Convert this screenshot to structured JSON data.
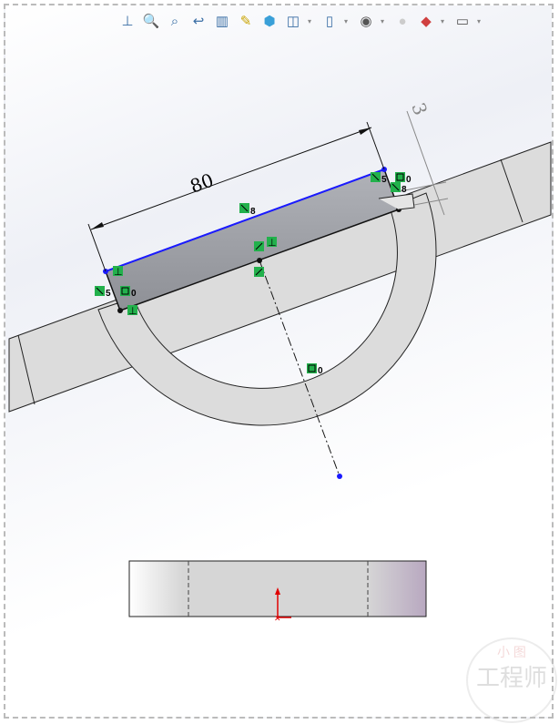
{
  "toolbar": {
    "icons": [
      "normal-to-icon",
      "zoom-to-fit-icon",
      "zoom-to-area-icon",
      "previous-view-icon",
      "section-view-icon",
      "dynamic-annotation-icon",
      "view-orientation-icon",
      "display-style-icon",
      "hide-show-items-icon",
      "edit-appearance-icon",
      "apply-scene-icon",
      "view-settings-icon"
    ]
  },
  "sketch": {
    "dimension_length": "80",
    "dimension_offset": "3",
    "relations": {
      "parallel_top": "8",
      "parallel_right_1": "5",
      "parallel_right_2": "8",
      "fixed_right": "0",
      "parallel_left": "5",
      "fixed_left": "0",
      "fixed_center": "0"
    },
    "colors": {
      "selected_line": "#1a1aff",
      "relation_badge": "#22b14c",
      "origin": "#e00000"
    }
  },
  "watermark": {
    "top": "小 图",
    "bottom": "工程师"
  }
}
